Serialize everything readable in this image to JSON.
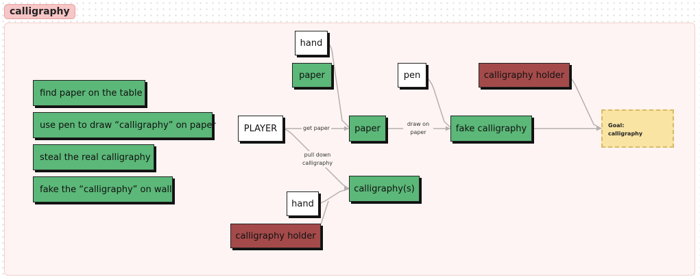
{
  "title": "calligraphy",
  "tasks": [
    "find paper on the table",
    "use pen to draw “calligraphy” on paper",
    "steal the real calligraphy",
    "fake the “calligraphy” on wall"
  ],
  "nodes": {
    "hand_top": "hand",
    "paper_top": "paper",
    "player": "PLAYER",
    "paper_mid": "paper",
    "pen": "pen",
    "fake": "fake calligraphy",
    "holder_top": "calligraphy holder",
    "callig_s": "calligraphy(s)",
    "hand_bottom": "hand",
    "holder_bottom": "calligraphy holder"
  },
  "edge_labels": {
    "get_paper": "get paper",
    "draw_on": "draw on",
    "draw_paper": "paper",
    "pull_down": "pull down",
    "pull_callig": "calligraphy"
  },
  "goal": {
    "label": "Goal:",
    "text": "calligraphy"
  },
  "colors": {
    "green": "#5bb878",
    "red": "#a44a4a",
    "goal": "#f9e4a3",
    "tag": "#f7c6c6"
  }
}
